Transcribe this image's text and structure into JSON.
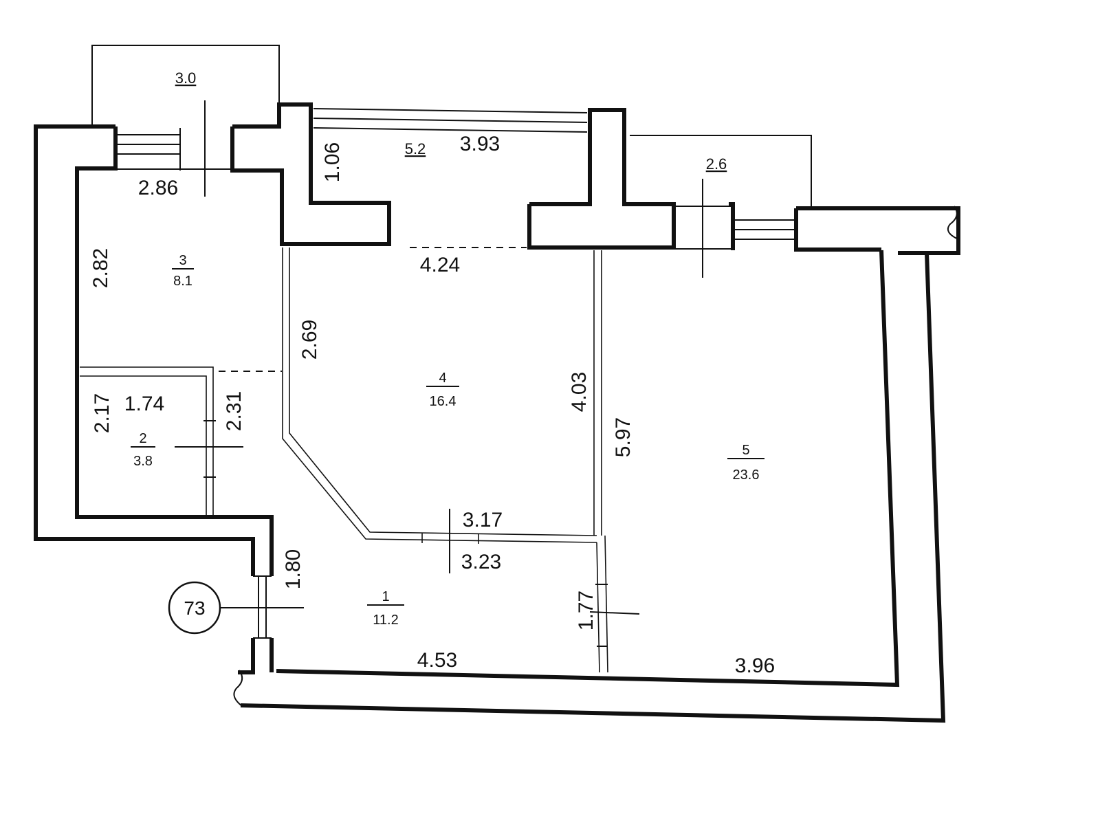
{
  "plan": {
    "apartment_number": "73",
    "rooms": [
      {
        "id": "room-1",
        "number": "1",
        "area": "11.2"
      },
      {
        "id": "room-2",
        "number": "2",
        "area": "3.8"
      },
      {
        "id": "room-3",
        "number": "3",
        "area": "8.1"
      },
      {
        "id": "room-4",
        "number": "4",
        "area": "16.4"
      },
      {
        "id": "room-5",
        "number": "5",
        "area": "23.6"
      }
    ],
    "balconies": [
      {
        "id": "balcony-left",
        "area": "3.0"
      },
      {
        "id": "balcony-top",
        "area": "5.2"
      },
      {
        "id": "balcony-right",
        "area": "2.6"
      }
    ],
    "dimensions": {
      "room3_width": "2.86",
      "room3_height": "2.82",
      "loggia_depth": "1.06",
      "loggia_width": "3.93",
      "room4_top": "4.24",
      "room4_left": "2.69",
      "room4_right": "4.03",
      "room4_bottom": "3.17",
      "room2_width": "1.74",
      "room2_height": "2.17",
      "room2_right": "2.31",
      "hall_top": "3.23",
      "hall_bottom": "4.53",
      "entrance_door": "1.80",
      "hall_right": "1.77",
      "room5_left": "5.97",
      "room5_bottom": "3.96"
    }
  }
}
